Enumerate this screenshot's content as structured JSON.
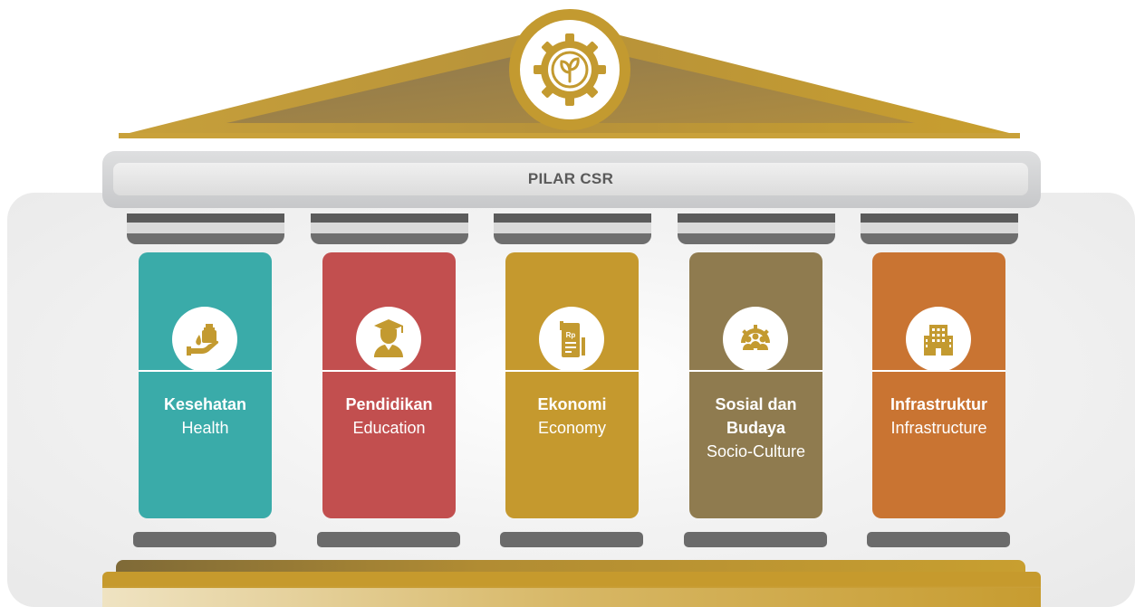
{
  "title": "PILAR CSR",
  "colors": {
    "roof": "#c39a30",
    "beam": "#d5d6d8",
    "health": "#3aaba9",
    "education": "#c24f4f",
    "economy": "#c5992e",
    "socio_culture": "#8f7b4f",
    "infrastructure": "#c97432"
  },
  "pillars": [
    {
      "title": "Kesehatan",
      "subtitle": "Health",
      "icon": "health-care-icon",
      "color": "#3aaba9"
    },
    {
      "title": "Pendidikan",
      "subtitle": "Education",
      "icon": "graduate-icon",
      "color": "#c24f4f"
    },
    {
      "title": "Ekonomi",
      "subtitle": "Economy",
      "icon": "rupiah-receipt-icon",
      "color": "#c5992e"
    },
    {
      "title": "Sosial dan Budaya",
      "subtitle": "Socio-Culture",
      "icon": "community-icon",
      "color": "#8f7b4f"
    },
    {
      "title": "Infrastruktur",
      "subtitle": "Infrastructure",
      "icon": "building-icon",
      "color": "#c97432"
    }
  ],
  "economy_icon_text": "Rp"
}
